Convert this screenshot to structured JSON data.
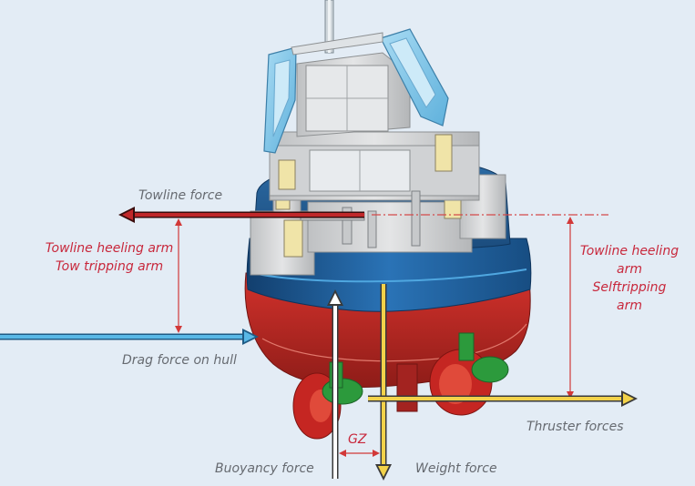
{
  "labels": {
    "towline_force": "Towline force",
    "towline_heeling_arm_left_1": "Towline heeling arm",
    "towline_heeling_arm_left_2": "Tow tripping arm",
    "towline_heeling_arm_right_1": "Towline heeling",
    "towline_heeling_arm_right_2": "arm",
    "towline_heeling_arm_right_3": "Selftripping",
    "towline_heeling_arm_right_4": "arm",
    "drag_force": "Drag force on hull",
    "thruster_forces": "Thruster forces",
    "gz": "GZ",
    "buoyancy_force": "Buoyancy force",
    "weight_force": "Weight force"
  },
  "colors": {
    "background": "#e3ecf5",
    "label_gray": "#666a70",
    "label_red": "#c8283c",
    "hull_red": "#c42a26",
    "hull_blue": "#1d5f9c",
    "superstructure": "#d9dadb",
    "window_frame": "#7ec3e6",
    "thruster_green": "#2c9a3c",
    "arrow_red": "#c0282a",
    "arrow_blue": "#59b8e6",
    "arrow_yellow": "#f2d24a"
  }
}
